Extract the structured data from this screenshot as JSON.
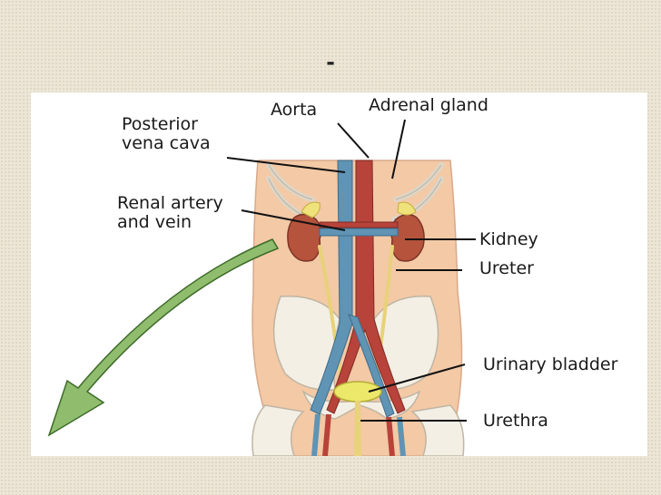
{
  "slide": {
    "title": "-"
  },
  "diagram": {
    "labels": {
      "posterior_vena_cava": [
        "Posterior",
        "vena cava"
      ],
      "aorta": "Aorta",
      "adrenal_gland": "Adrenal gland",
      "renal_artery_and_vein": [
        "Renal artery",
        "and vein"
      ],
      "kidney": "Kidney",
      "ureter": "Ureter",
      "urinary_bladder": "Urinary bladder",
      "urethra": "Urethra"
    },
    "colors": {
      "skin": "#f3c9a6",
      "bone": "#f4efe4",
      "kidney": "#b5533c",
      "aorta": "#b8433a",
      "vena_cava": "#5f94b5",
      "ureter": "#e8d27a",
      "bladder": "#ece86a",
      "adrenal": "#f0e27a",
      "arrow": "#8fbd6d"
    }
  }
}
